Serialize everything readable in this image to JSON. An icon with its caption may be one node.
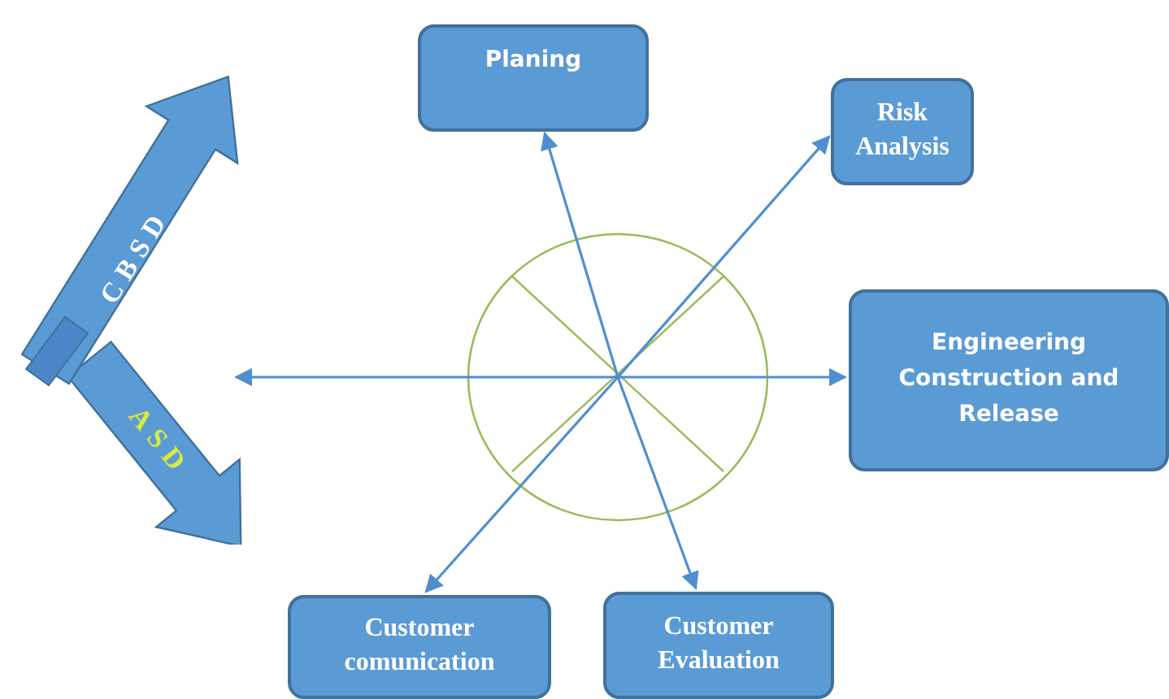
{
  "diagram": {
    "nodes": [
      {
        "text": [
          "Planing"
        ]
      },
      {
        "text": [
          "Risk Analysis"
        ]
      },
      {
        "text": [
          "Engineering Construction and Release"
        ]
      },
      {
        "text": [
          "Customer comunication"
        ]
      },
      {
        "text": [
          "Customer Evaluation"
        ]
      },
      {
        "text": [
          "CBSD",
          "ASD"
        ]
      }
    ],
    "edges": [
      {
        "from": null,
        "to": 0,
        "arrow": "to"
      },
      {
        "from": null,
        "to": 1,
        "arrow": "to"
      },
      {
        "from": null,
        "to": 2,
        "arrow": "to"
      },
      {
        "from": null,
        "to": 3,
        "arrow": "to"
      },
      {
        "from": null,
        "to": 4,
        "arrow": "to"
      },
      {
        "from": null,
        "to": 5,
        "arrow": "to"
      }
    ]
  }
}
